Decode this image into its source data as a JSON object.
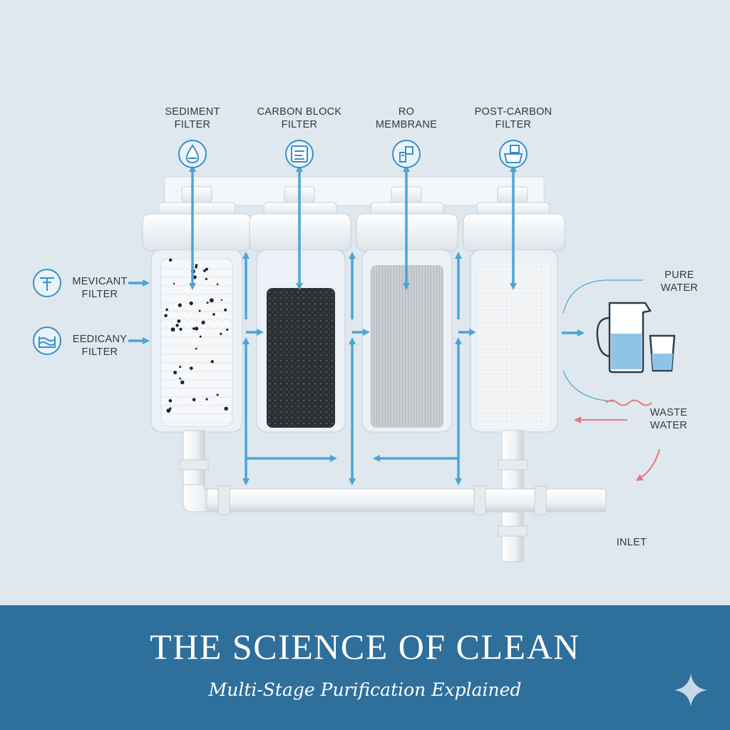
{
  "filters": [
    {
      "label": "SEDIMENT\nFILTER",
      "icon": "water-drop-icon"
    },
    {
      "label": "CARBON BLOCK\nFILTER",
      "icon": "carbon-block-icon"
    },
    {
      "label": "RO\nMEMBRANE",
      "icon": "membrane-icon"
    },
    {
      "label": "POST-CARBON\nFILTER",
      "icon": "post-carbon-icon"
    }
  ],
  "side_inputs": [
    {
      "label": "MEVICANT\nFILTER",
      "icon": "faucet-icon"
    },
    {
      "label": "EEDICANY\nFILTER",
      "icon": "water-waves-icon"
    }
  ],
  "outputs": {
    "pure_water": "PURE\nWATER",
    "waste_water": "WASTE\nWATER",
    "inlet": "INLET"
  },
  "banner": {
    "title": "THE SCIENCE OF CLEAN",
    "subtitle": "Multi-Stage Purification Explained"
  },
  "colors": {
    "background": "#dfe8ee",
    "flow_arrow": "#4aa6d6",
    "waste_arrow": "#e07b7b",
    "banner": "#2f6f9b",
    "icon_stroke": "#3a8fc4"
  }
}
